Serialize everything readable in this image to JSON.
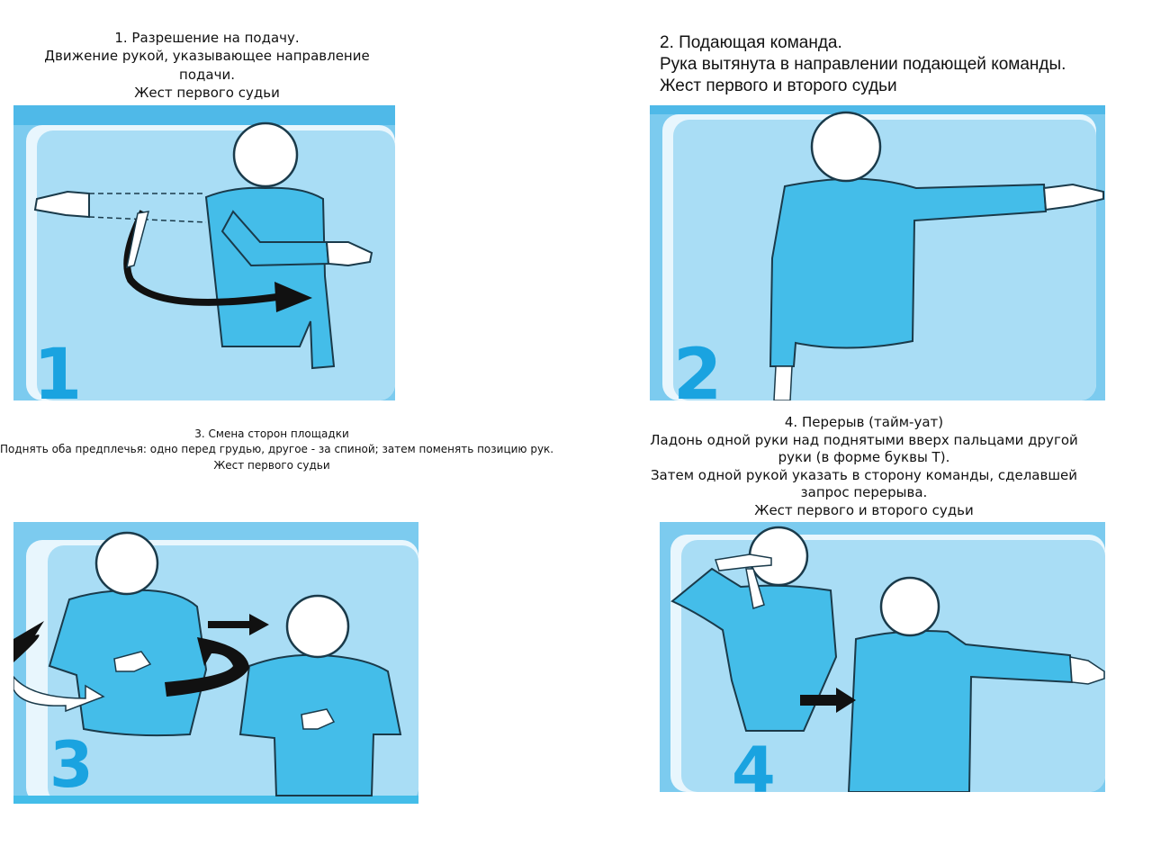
{
  "captions": {
    "gesture1": {
      "line1": "1. Разрешение на подачу.",
      "line2": "Движение рукой, указывающее направление",
      "line3": "подачи.",
      "line4": "Жест первого судьи"
    },
    "gesture2": {
      "line1": "2. Подающая команда.",
      "line2": "Рука вытянута в направлении подающей команды.",
      "line3": "Жест первого и второго судьи"
    },
    "gesture3": {
      "line1": "3. Смена сторон площадки",
      "line2": "Поднять оба предплечья: одно перед грудью, другое - за спиной; затем поменять позицию рук.",
      "line3": "Жест первого судьи"
    },
    "gesture4": {
      "line1": "4. Перерыв (тайм-уат)",
      "line2": "Ладонь одной руки над поднятыми вверх пальцами другой",
      "line3": "руки (в форме буквы T).",
      "line4": "Затем одной рукой указать в сторону команды, сделавшей",
      "line5": "запрос перерыва.",
      "line6": "Жест первого и второго судьи"
    }
  },
  "panels": {
    "numbers": [
      "1",
      "2",
      "3",
      "4"
    ]
  },
  "colors": {
    "background_light": "#a9ddf5",
    "background_frame": "#7ccbef",
    "shirt": "#44bde9",
    "outline": "#1a3a4a",
    "numeral": "#1aa3e0",
    "arrow": "#111111"
  },
  "icons": [
    "referee-figure",
    "direction-arrow",
    "rotation-arrow",
    "hand-icon"
  ]
}
